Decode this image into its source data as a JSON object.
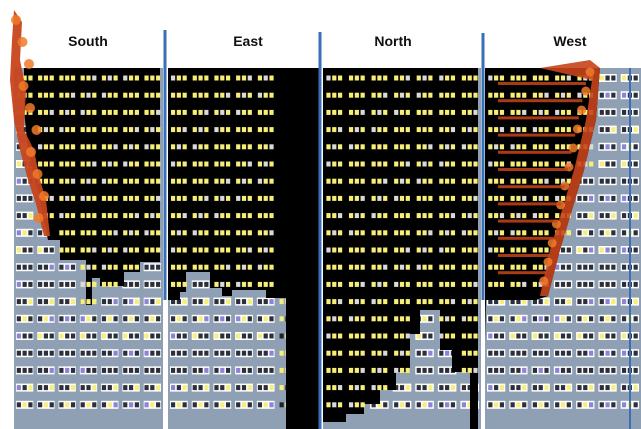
{
  "faces": [
    {
      "id": "south",
      "label": "South"
    },
    {
      "id": "east",
      "label": "East"
    },
    {
      "id": "north",
      "label": "North"
    },
    {
      "id": "west",
      "label": "West"
    }
  ],
  "colors": {
    "facade": "#8fa0b4",
    "burned": "#000000",
    "lit_window": "#f6ee78",
    "cladding_band": "#ffffff",
    "unlit_window": "#2b2f3a",
    "purple_window": "#8c84d6",
    "divider": "#3a6fb6",
    "fire_dark": "#c7441c",
    "fire_light": "#f07a2a"
  },
  "icons": [
    "fire-flames-icon"
  ]
}
